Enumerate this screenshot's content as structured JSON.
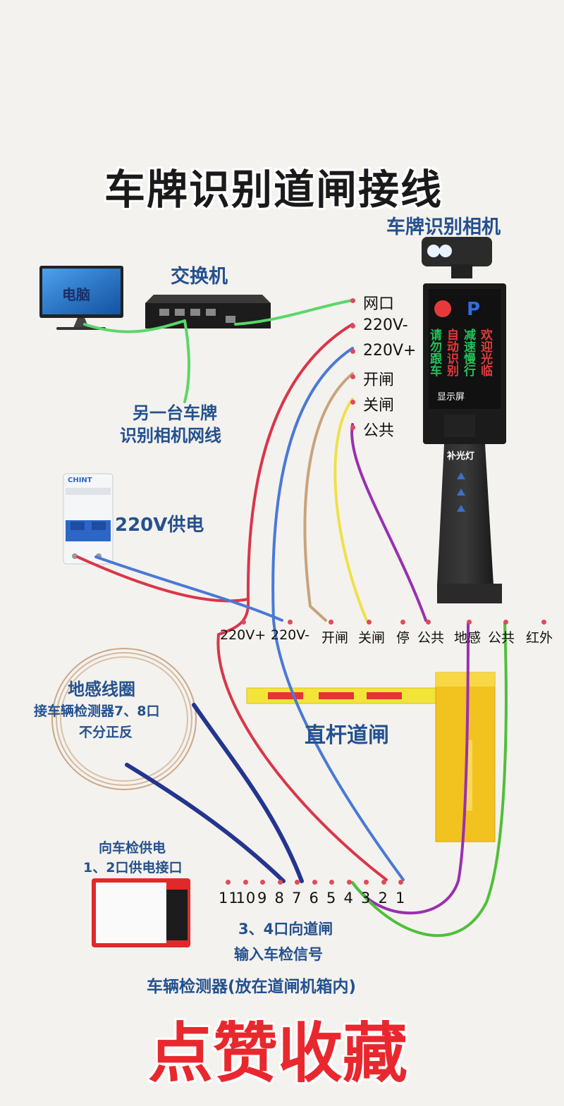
{
  "title": "车牌识别道闸接线",
  "labels": {
    "camera": "车牌识别相机",
    "switch": "交换机",
    "computer": "电脑",
    "other_camera_line1": "另一台车牌",
    "other_camera_line2": "识别相机网线",
    "power_220": "220V供电",
    "display": "显示屏",
    "fill_light": "补光灯",
    "p_sign": "P",
    "led_lines": [
      "欢迎光临",
      "减速慢行",
      "自动识别",
      "请勿跟车"
    ],
    "loop_line1": "地感线圈",
    "loop_line2": "接车辆检测器7、8口",
    "loop_line3": "不分正反",
    "barrier": "直杆道闸",
    "detector_power_line1": "向车检供电",
    "detector_power_line2": "1、2口供电接口",
    "signal_line1": "3、4口向道闸",
    "signal_line2": "输入车检信号",
    "detector_caption": "车辆检测器(放在道闸机箱内)",
    "cta": "点赞收藏",
    "breaker_brand": "CHINT"
  },
  "camera_terminals": [
    "网口",
    "220V-",
    "220V+",
    "开闸",
    "关闸",
    "公共"
  ],
  "barrier_terminals": [
    "220V+",
    "220V-",
    "开闸",
    "关闸",
    "停",
    "公共",
    "地感",
    "公共",
    "红外"
  ],
  "detector_pins": [
    "11",
    "10",
    "9",
    "8",
    "7",
    "6",
    "5",
    "4",
    "3",
    "2",
    "1"
  ],
  "colors": {
    "title": "#1a1a1a",
    "label_blue": "#24518f",
    "cta_red": "#e8282e",
    "wire_green": "#5bd66a",
    "wire_red": "#d9364a",
    "wire_blue": "#4a79d6",
    "wire_tan": "#c9a37c",
    "wire_yellow": "#f0e04a",
    "wire_purple": "#9a2fb0",
    "wire_dark_green": "#4fbf3a",
    "wire_navy": "#23358f",
    "barrier_yellow": "#f2c21e"
  }
}
